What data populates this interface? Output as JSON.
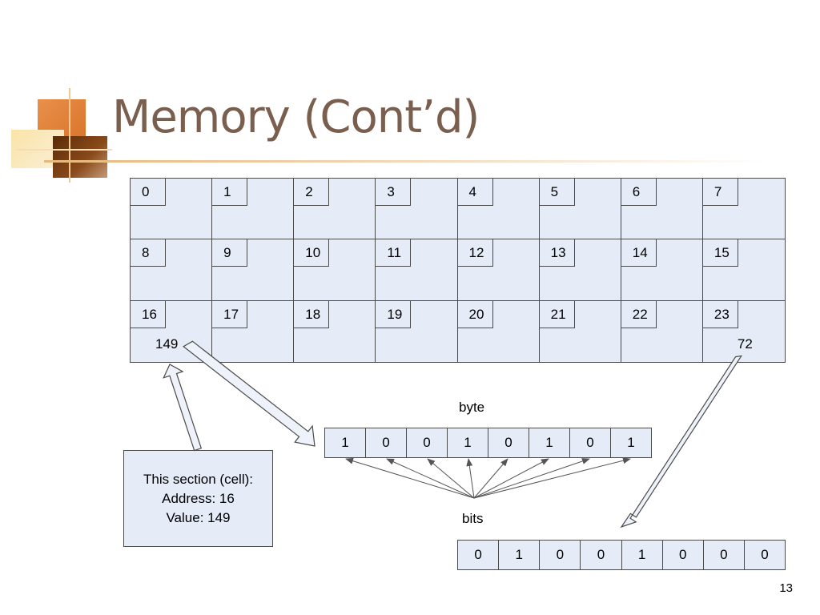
{
  "slide": {
    "title": "Memory (Cont’d)",
    "slide_number": "13"
  },
  "memory_cells": [
    {
      "address": "0"
    },
    {
      "address": "1"
    },
    {
      "address": "2"
    },
    {
      "address": "3"
    },
    {
      "address": "4"
    },
    {
      "address": "5"
    },
    {
      "address": "6"
    },
    {
      "address": "7"
    },
    {
      "address": "8"
    },
    {
      "address": "9"
    },
    {
      "address": "10"
    },
    {
      "address": "11"
    },
    {
      "address": "12"
    },
    {
      "address": "13"
    },
    {
      "address": "14"
    },
    {
      "address": "15"
    },
    {
      "address": "16",
      "value": "149"
    },
    {
      "address": "17"
    },
    {
      "address": "18"
    },
    {
      "address": "19"
    },
    {
      "address": "20"
    },
    {
      "address": "21"
    },
    {
      "address": "22"
    },
    {
      "address": "23",
      "value": "72"
    }
  ],
  "byte_label": "byte",
  "bits_label": "bits",
  "byte_bits": [
    "1",
    "0",
    "0",
    "1",
    "0",
    "1",
    "0",
    "1"
  ],
  "second_byte_bits": [
    "0",
    "1",
    "0",
    "0",
    "1",
    "0",
    "0",
    "0"
  ],
  "callout": {
    "line1": "This section (cell):",
    "line2": "Address: 16",
    "line3": "Value: 149"
  },
  "colors": {
    "title": "#7a5f4f",
    "cell_fill": "#e5ebf7",
    "border": "#4a4a4a",
    "accent_orange": "#e0803a"
  }
}
